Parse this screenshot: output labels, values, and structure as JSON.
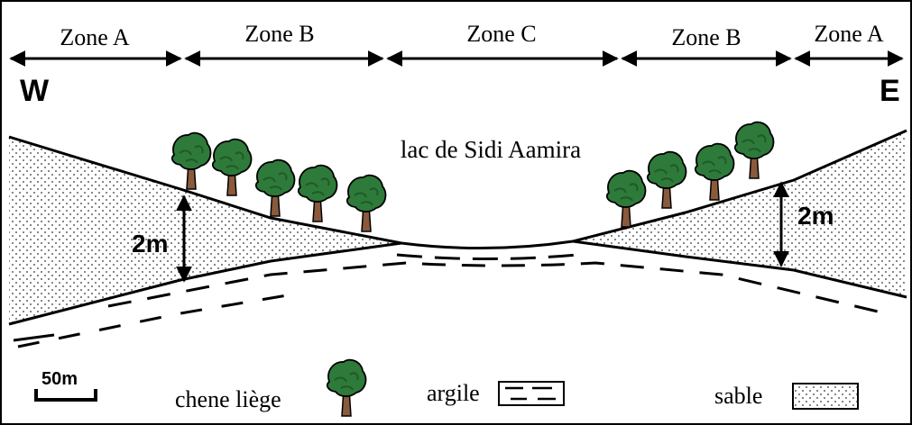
{
  "zones": [
    "Zone A",
    "Zone B",
    "Zone C",
    "Zone B",
    "Zone A"
  ],
  "directions": {
    "west": "W",
    "east": "E"
  },
  "lake_label": "lac de Sidi Aamira",
  "depth_left": "2m",
  "depth_right": "2m",
  "scale_label": "50m",
  "legend": {
    "tree": "chene liège",
    "clay": "argile",
    "sand": "sable"
  },
  "colors": {
    "foliage": "#2e7a3a",
    "foliage_dark": "#1f5a28",
    "trunk": "#8a5a3c",
    "ink": "#000000"
  }
}
